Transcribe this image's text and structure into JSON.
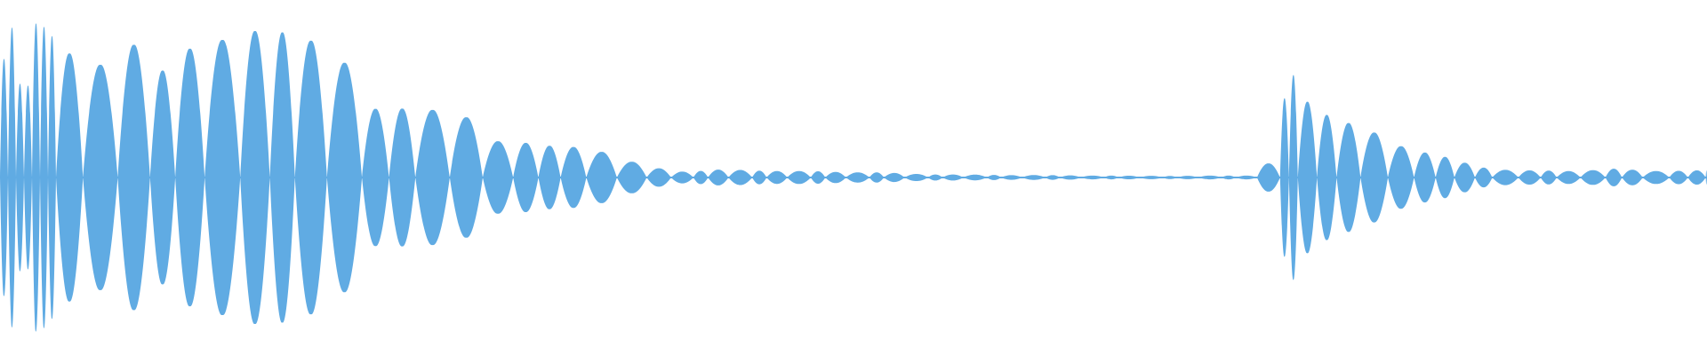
{
  "waveform": {
    "color": "#60ABE3",
    "background": "#FFFFFF",
    "centerline_fraction": 0.5,
    "amplitude_envelope": [
      [
        0.0,
        0.7
      ],
      [
        0.008,
        0.9
      ],
      [
        0.014,
        0.3
      ],
      [
        0.021,
        0.98
      ],
      [
        0.03,
        0.8
      ],
      [
        0.04,
        0.72
      ],
      [
        0.055,
        0.68
      ],
      [
        0.07,
        0.8
      ],
      [
        0.08,
        0.78
      ],
      [
        0.095,
        0.6
      ],
      [
        0.12,
        0.82
      ],
      [
        0.14,
        0.9
      ],
      [
        0.165,
        0.82
      ],
      [
        0.185,
        0.78
      ],
      [
        0.205,
        0.7
      ],
      [
        0.215,
        0.42
      ],
      [
        0.225,
        0.4
      ],
      [
        0.245,
        0.38
      ],
      [
        0.27,
        0.4
      ],
      [
        0.29,
        0.22
      ],
      [
        0.305,
        0.2
      ],
      [
        0.32,
        0.18
      ],
      [
        0.345,
        0.19
      ],
      [
        0.36,
        0.12
      ],
      [
        0.38,
        0.06
      ],
      [
        0.4,
        0.035
      ],
      [
        0.42,
        0.045
      ],
      [
        0.45,
        0.04
      ],
      [
        0.48,
        0.035
      ],
      [
        0.51,
        0.03
      ],
      [
        0.54,
        0.02
      ],
      [
        0.57,
        0.016
      ],
      [
        0.62,
        0.013
      ],
      [
        0.66,
        0.01
      ],
      [
        0.7,
        0.01
      ],
      [
        0.735,
        0.012
      ],
      [
        0.742,
        0.05
      ],
      [
        0.748,
        0.22
      ],
      [
        0.756,
        0.62
      ],
      [
        0.763,
        0.52
      ],
      [
        0.772,
        0.4
      ],
      [
        0.785,
        0.32
      ],
      [
        0.8,
        0.28
      ],
      [
        0.815,
        0.22
      ],
      [
        0.83,
        0.16
      ],
      [
        0.845,
        0.12
      ],
      [
        0.86,
        0.08
      ],
      [
        0.875,
        0.05
      ],
      [
        0.89,
        0.04
      ],
      [
        0.905,
        0.04
      ],
      [
        0.925,
        0.04
      ],
      [
        0.945,
        0.05
      ],
      [
        0.965,
        0.04
      ],
      [
        0.985,
        0.04
      ],
      [
        1.0,
        0.04
      ]
    ],
    "lobe_count": 130
  }
}
